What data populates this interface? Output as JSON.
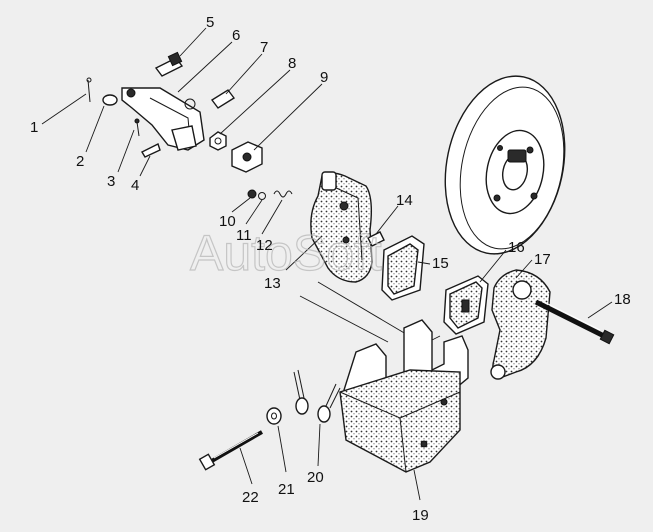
{
  "watermark": "AutoSoft",
  "callouts": [
    {
      "id": "1",
      "label": "1"
    },
    {
      "id": "2",
      "label": "2"
    },
    {
      "id": "3",
      "label": "3"
    },
    {
      "id": "4",
      "label": "4"
    },
    {
      "id": "5",
      "label": "5"
    },
    {
      "id": "6",
      "label": "6"
    },
    {
      "id": "7",
      "label": "7"
    },
    {
      "id": "8",
      "label": "8"
    },
    {
      "id": "9",
      "label": "9"
    },
    {
      "id": "10",
      "label": "10"
    },
    {
      "id": "11",
      "label": "11"
    },
    {
      "id": "12",
      "label": "12"
    },
    {
      "id": "13",
      "label": "13"
    },
    {
      "id": "14",
      "label": "14"
    },
    {
      "id": "15",
      "label": "15"
    },
    {
      "id": "16",
      "label": "16"
    },
    {
      "id": "17",
      "label": "17"
    },
    {
      "id": "18",
      "label": "18"
    },
    {
      "id": "19",
      "label": "19"
    },
    {
      "id": "20",
      "label": "20"
    },
    {
      "id": "21",
      "label": "21"
    },
    {
      "id": "22",
      "label": "22"
    }
  ],
  "colors": {
    "background": "#efefef",
    "ink": "#1a1a1a",
    "watermark": "#b8b8b8"
  }
}
